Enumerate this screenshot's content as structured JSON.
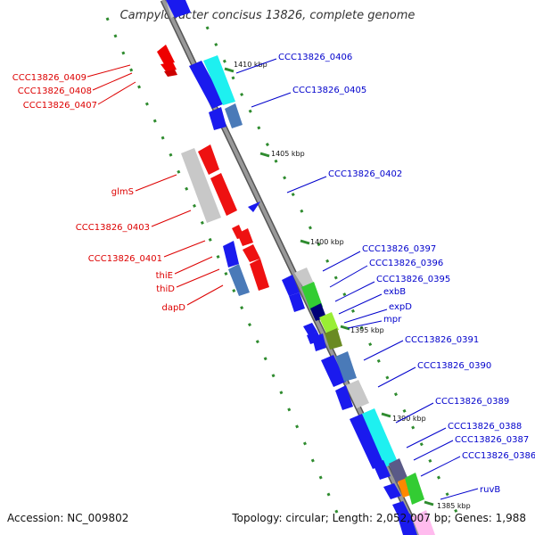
{
  "title": "Campylobacter concisus 13826, complete genome",
  "footer": {
    "accession": "Accession: NC_009802",
    "topology": "Topology: circular; Length: 2,052,007 bp; Genes: 1,988"
  },
  "colors": {
    "reverse_label": "#dd0000",
    "forward_label": "#0000cc",
    "backbone": "#888888",
    "tick": "#2e8b2e"
  },
  "kbp_marks": [
    "1410 kbp",
    "1405 kbp",
    "1400 kbp",
    "1395 kbp",
    "1390 kbp",
    "1385 kbp"
  ],
  "reverse_genes": [
    "CCC13826_0409",
    "CCC13826_0408",
    "CCC13826_0407",
    "glmS",
    "CCC13826_0403",
    "CCC13826_0401",
    "thiE",
    "thiD",
    "dapD"
  ],
  "forward_genes": [
    "CCC13826_0406",
    "CCC13826_0405",
    "CCC13826_0402",
    "CCC13826_0397",
    "CCC13826_0396",
    "CCC13826_0395",
    "exbB",
    "expD",
    "mpr",
    "CCC13826_0391",
    "CCC13826_0390",
    "CCC13826_0389",
    "CCC13826_0388",
    "CCC13826_0387",
    "CCC13826_0386",
    "ruvB"
  ]
}
